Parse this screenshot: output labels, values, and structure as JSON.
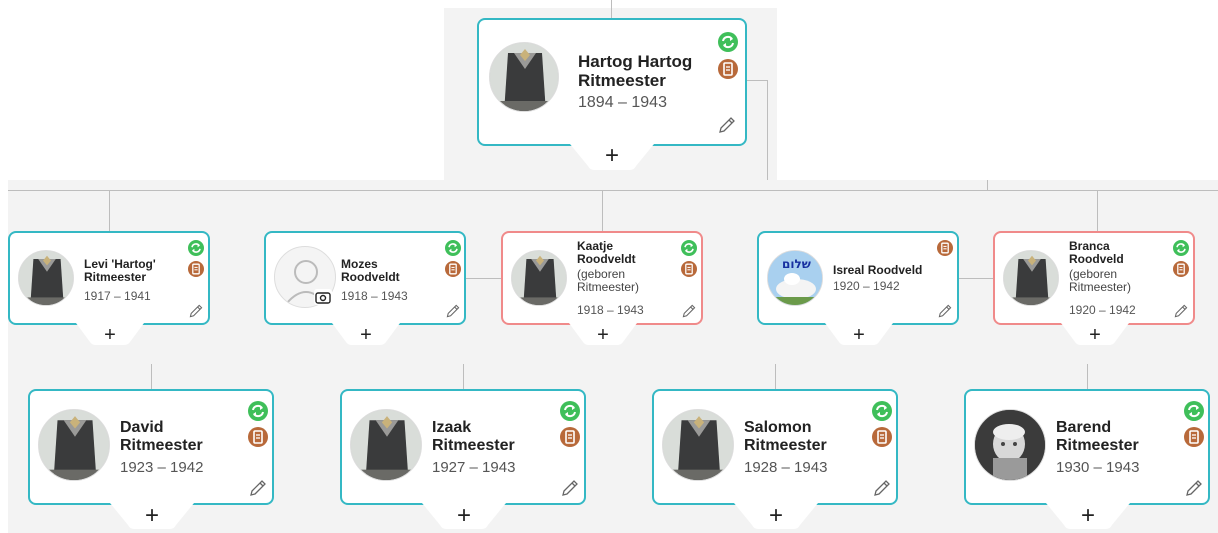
{
  "icons": {
    "sync": "sync-icon",
    "document": "document-icon",
    "edit": "pencil-icon",
    "camera": "camera-icon",
    "expand": "plus-icon"
  },
  "colors": {
    "male_border": "#34b8c4",
    "female_border": "#f08a8a",
    "sync_badge": "#3fbf5a",
    "doc_badge": "#b8693a"
  },
  "root": {
    "name_line1": "Hartog Hartog",
    "name_line2": "Ritmeester",
    "years": "1894 – 1943",
    "expand": "+"
  },
  "children": [
    {
      "name_line1": "Levi 'Hartog'",
      "name_line2": "Ritmeester",
      "years": "1917 – 1941",
      "expand": "+"
    },
    {
      "name_line1": "Mozes",
      "name_line2": "Roodveldt",
      "years": "1918 – 1943",
      "expand": "+"
    },
    {
      "name_line1": "Kaatje",
      "name_line2": "Roodveldt",
      "note1": "(geboren",
      "note2": "Ritmeester)",
      "years": "1918 – 1943",
      "expand": "+"
    },
    {
      "name_line1": "Isreal Roodveld",
      "years": "1920 – 1942",
      "avatar_text": "שלום",
      "expand": "+"
    },
    {
      "name_line1": "Branca",
      "name_line2": "Roodveld",
      "note1": "(geboren",
      "note2": "Ritmeester)",
      "years": "1920 – 1942",
      "expand": "+"
    }
  ],
  "grandchildren": [
    {
      "name_line1": "David",
      "name_line2": "Ritmeester",
      "years": "1923 – 1942",
      "expand": "+"
    },
    {
      "name_line1": "Izaak",
      "name_line2": "Ritmeester",
      "years": "1927 – 1943",
      "expand": "+"
    },
    {
      "name_line1": "Salomon",
      "name_line2": "Ritmeester",
      "years": "1928 – 1943",
      "expand": "+"
    },
    {
      "name_line1": "Barend",
      "name_line2": "Ritmeester",
      "years": "1930 – 1943",
      "expand": "+"
    }
  ]
}
